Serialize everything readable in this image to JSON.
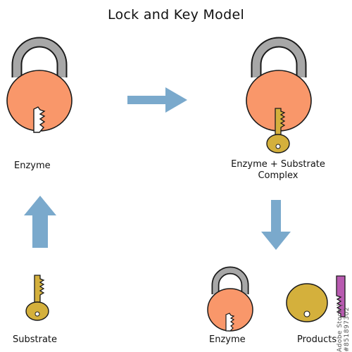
{
  "title": "Lock and Key Model",
  "labels": {
    "enzyme_top": "Enzyme",
    "complex_line1": "Enzyme + Substrate",
    "complex_line2": "Complex",
    "substrate": "Substrate",
    "enzyme_bottom": "Enzyme",
    "products": "Products"
  },
  "watermark": "Adobe Stock | #851897302",
  "colors": {
    "lock_body": "#f9976a",
    "shackle": "#a7a7a7",
    "outline": "#1a1a1a",
    "key": "#d4b03c",
    "product_fragment": "#b85ab0",
    "arrow": "#7aa9cc"
  },
  "icons": {
    "lock": "padlock-icon",
    "key": "key-icon",
    "arrow": "arrow-icon"
  }
}
